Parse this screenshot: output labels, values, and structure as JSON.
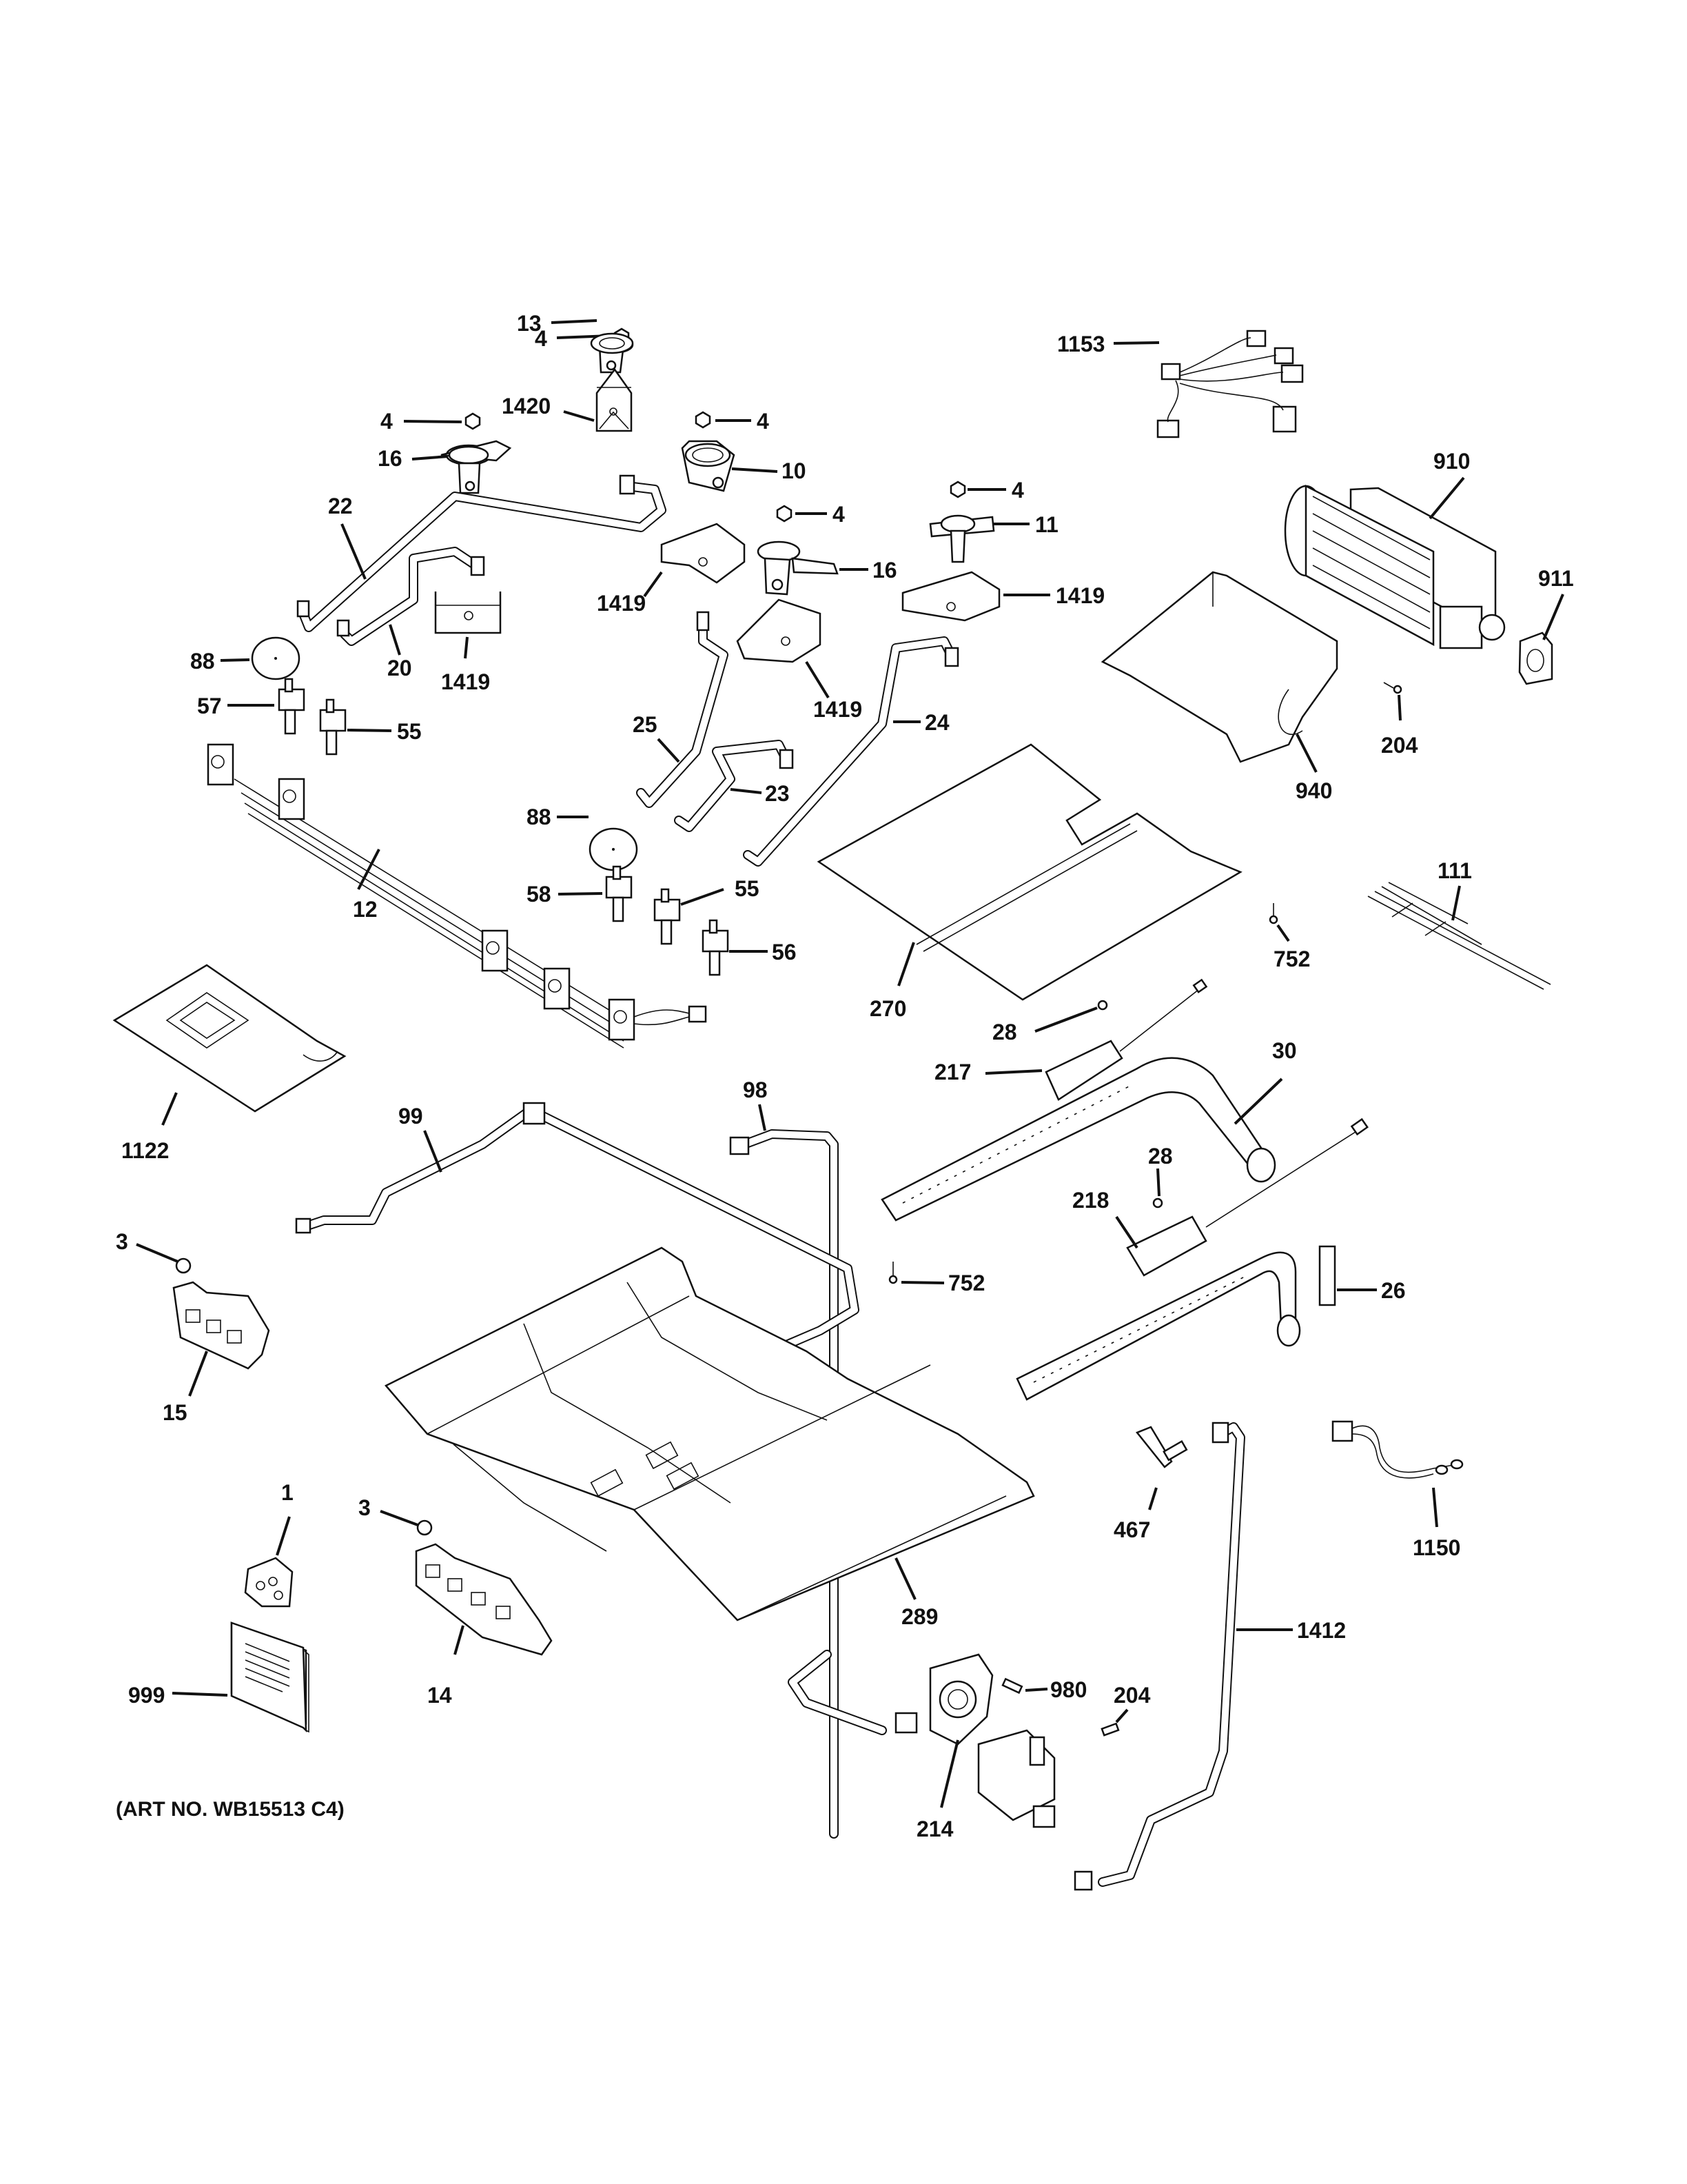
{
  "diagram": {
    "title": "Gas & Burner Parts",
    "art_number": "(ART NO. WB15513 C4)",
    "callouts": [
      {
        "id": "c-4a",
        "label": "4",
        "part": "nut"
      },
      {
        "id": "c-13",
        "label": "13",
        "part": "burner-head"
      },
      {
        "id": "c-1420",
        "label": "1420",
        "part": "burner-shield"
      },
      {
        "id": "c-4b",
        "label": "4",
        "part": "nut"
      },
      {
        "id": "c-16a",
        "label": "16",
        "part": "burner-head"
      },
      {
        "id": "c-4c",
        "label": "4",
        "part": "nut"
      },
      {
        "id": "c-10",
        "label": "10",
        "part": "burner-head"
      },
      {
        "id": "c-4d",
        "label": "4",
        "part": "nut"
      },
      {
        "id": "c-4e",
        "label": "4",
        "part": "nut"
      },
      {
        "id": "c-11",
        "label": "11",
        "part": "burner-head"
      },
      {
        "id": "c-16b",
        "label": "16",
        "part": "burner-head"
      },
      {
        "id": "c-22",
        "label": "22",
        "part": "gas-tube"
      },
      {
        "id": "c-1419a",
        "label": "1419",
        "part": "burner-shield"
      },
      {
        "id": "c-1419b",
        "label": "1419",
        "part": "burner-shield"
      },
      {
        "id": "c-1419c",
        "label": "1419",
        "part": "burner-shield"
      },
      {
        "id": "c-1419d",
        "label": "1419",
        "part": "burner-shield"
      },
      {
        "id": "c-20",
        "label": "20",
        "part": "gas-tube"
      },
      {
        "id": "c-88a",
        "label": "88",
        "part": "disc"
      },
      {
        "id": "c-57",
        "label": "57",
        "part": "valve"
      },
      {
        "id": "c-55a",
        "label": "55",
        "part": "valve"
      },
      {
        "id": "c-25",
        "label": "25",
        "part": "gas-tube"
      },
      {
        "id": "c-24",
        "label": "24",
        "part": "gas-tube"
      },
      {
        "id": "c-23",
        "label": "23",
        "part": "gas-tube"
      },
      {
        "id": "c-1153",
        "label": "1153",
        "part": "wire-harness"
      },
      {
        "id": "c-910",
        "label": "910",
        "part": "blower-fan"
      },
      {
        "id": "c-911",
        "label": "911",
        "part": "bracket"
      },
      {
        "id": "c-204a",
        "label": "204",
        "part": "screw"
      },
      {
        "id": "c-940",
        "label": "940",
        "part": "duct"
      },
      {
        "id": "c-12",
        "label": "12",
        "part": "manifold-switch-assembly"
      },
      {
        "id": "c-88b",
        "label": "88",
        "part": "disc"
      },
      {
        "id": "c-58",
        "label": "58",
        "part": "valve"
      },
      {
        "id": "c-55b",
        "label": "55",
        "part": "valve"
      },
      {
        "id": "c-56",
        "label": "56",
        "part": "valve"
      },
      {
        "id": "c-270",
        "label": "270",
        "part": "shield-plate"
      },
      {
        "id": "c-752a",
        "label": "752",
        "part": "screw"
      },
      {
        "id": "c-111",
        "label": "111",
        "part": "wire-harness"
      },
      {
        "id": "c-1122",
        "label": "1122",
        "part": "plate"
      },
      {
        "id": "c-28a",
        "label": "28",
        "part": "screw"
      },
      {
        "id": "c-217",
        "label": "217",
        "part": "igniter"
      },
      {
        "id": "c-30",
        "label": "30",
        "part": "burner-tube"
      },
      {
        "id": "c-98",
        "label": "98",
        "part": "gas-tube"
      },
      {
        "id": "c-99",
        "label": "99",
        "part": "gas-tube"
      },
      {
        "id": "c-28b",
        "label": "28",
        "part": "screw"
      },
      {
        "id": "c-218",
        "label": "218",
        "part": "igniter"
      },
      {
        "id": "c-3a",
        "label": "3",
        "part": "nut"
      },
      {
        "id": "c-752b",
        "label": "752",
        "part": "screw"
      },
      {
        "id": "c-26",
        "label": "26",
        "part": "burner-tube"
      },
      {
        "id": "c-15",
        "label": "15",
        "part": "bracket"
      },
      {
        "id": "c-1",
        "label": "1",
        "part": "hardware-bag"
      },
      {
        "id": "c-3b",
        "label": "3",
        "part": "nut"
      },
      {
        "id": "c-467",
        "label": "467",
        "part": "orifice"
      },
      {
        "id": "c-1150",
        "label": "1150",
        "part": "wire-harness"
      },
      {
        "id": "c-289",
        "label": "289",
        "part": "burner-baffle"
      },
      {
        "id": "c-1412",
        "label": "1412",
        "part": "gas-tube"
      },
      {
        "id": "c-14",
        "label": "14",
        "part": "bracket"
      },
      {
        "id": "c-999",
        "label": "999",
        "part": "manual"
      },
      {
        "id": "c-980",
        "label": "980",
        "part": "screw"
      },
      {
        "id": "c-204b",
        "label": "204",
        "part": "screw"
      },
      {
        "id": "c-214",
        "label": "214",
        "part": "regulator-valve"
      }
    ]
  }
}
